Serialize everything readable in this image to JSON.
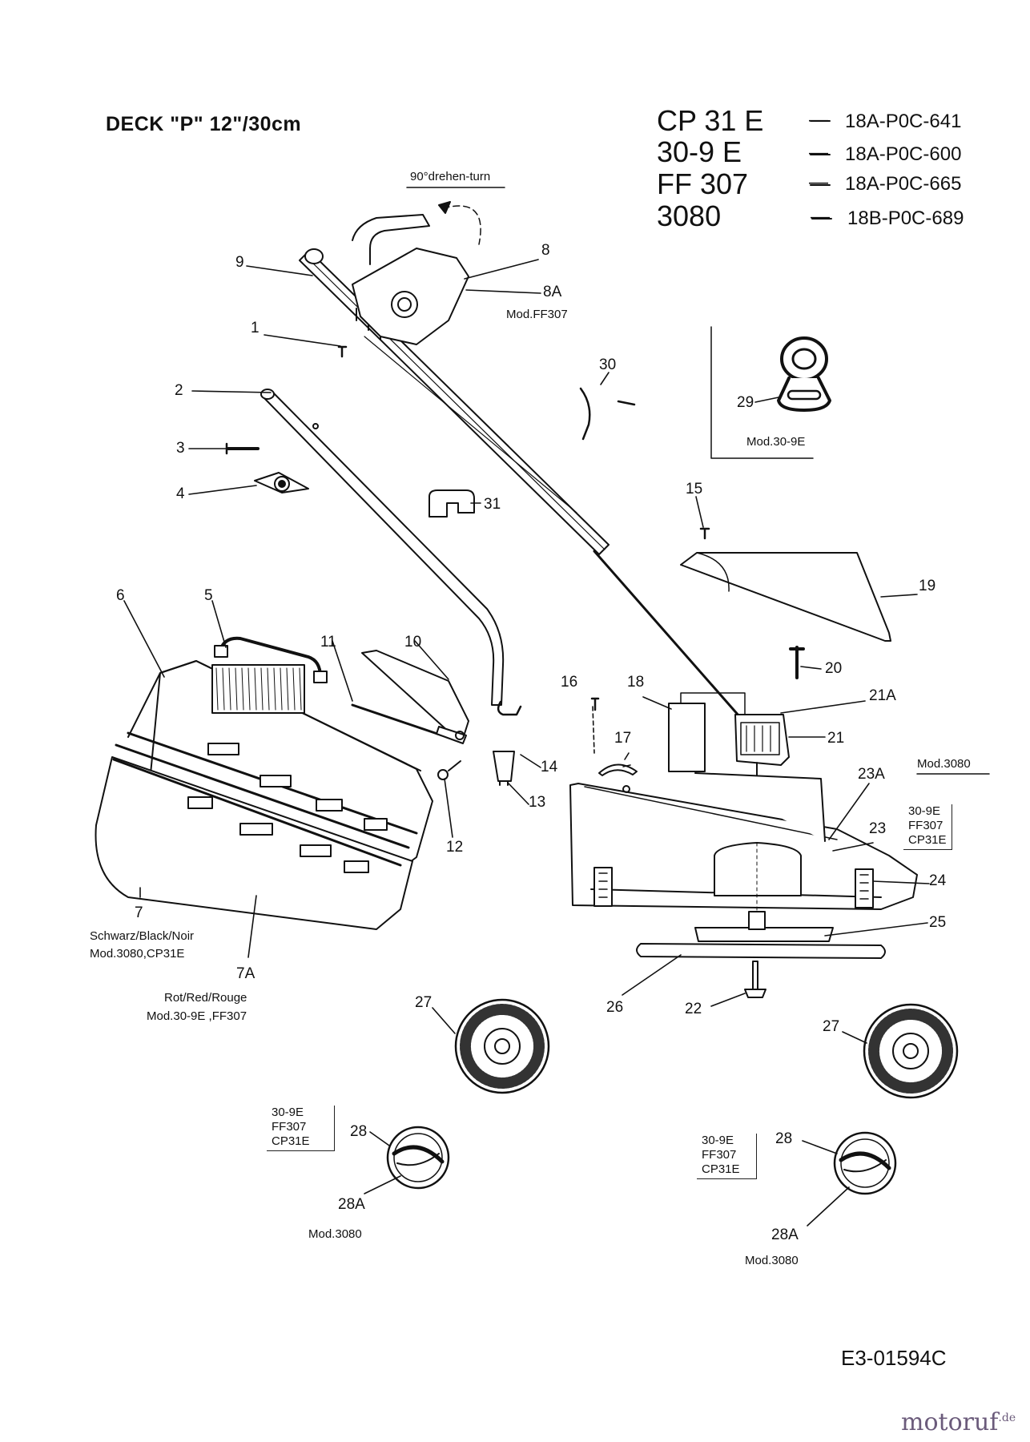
{
  "header": {
    "deck_title": "DECK \"P\"  12\"/30cm",
    "models": [
      {
        "model": "CP 31 E",
        "part": "18A-P0C-641"
      },
      {
        "model": "30-9 E",
        "part": "18A-P0C-600"
      },
      {
        "model": "FF 307",
        "part": "18A-P0C-665"
      },
      {
        "model": "3080",
        "part": "18B-P0C-689"
      }
    ],
    "dash": "—"
  },
  "callouts": {
    "c1": "1",
    "c2": "2",
    "c3": "3",
    "c4": "4",
    "c5": "5",
    "c6": "6",
    "c7": "7",
    "c7a": "7A",
    "c8": "8",
    "c8a": "8A",
    "c9": "9",
    "c10": "10",
    "c11": "11",
    "c12": "12",
    "c13": "13",
    "c14": "14",
    "c15": "15",
    "c16": "16",
    "c17": "17",
    "c18": "18",
    "c19": "19",
    "c20": "20",
    "c21": "21",
    "c21a": "21A",
    "c22": "22",
    "c23": "23",
    "c23a": "23A",
    "c24": "24",
    "c25": "25",
    "c26": "26",
    "c27a": "27",
    "c27b": "27",
    "c28a": "28",
    "c28aa": "28A",
    "c28b": "28",
    "c28ba": "28A",
    "c29": "29",
    "c30": "30",
    "c31": "31"
  },
  "notes": {
    "turn": "90°drehen-turn",
    "mod_ff307": "Mod.FF307",
    "mod_309e": "Mod.30-9E",
    "mod_3080_deck": "Mod.3080",
    "color_black": "Schwarz/Black/Noir",
    "color_black_models": "Mod.3080,CP31E",
    "color_red": "Rot/Red/Rouge",
    "color_red_models": "Mod.30-9E ,FF307",
    "mod_3080_left": "Mod.3080",
    "mod_3080_right": "Mod.3080"
  },
  "model_boxes": {
    "deck": [
      "30-9E",
      "FF307",
      "CP31E"
    ],
    "left": [
      "30-9E",
      "FF307",
      "CP31E"
    ],
    "right": [
      "30-9E",
      "FF307",
      "CP31E"
    ]
  },
  "footer": {
    "drawing_code": "E3-01594C",
    "watermark": "motoruf",
    "watermark_tld": ".de"
  }
}
